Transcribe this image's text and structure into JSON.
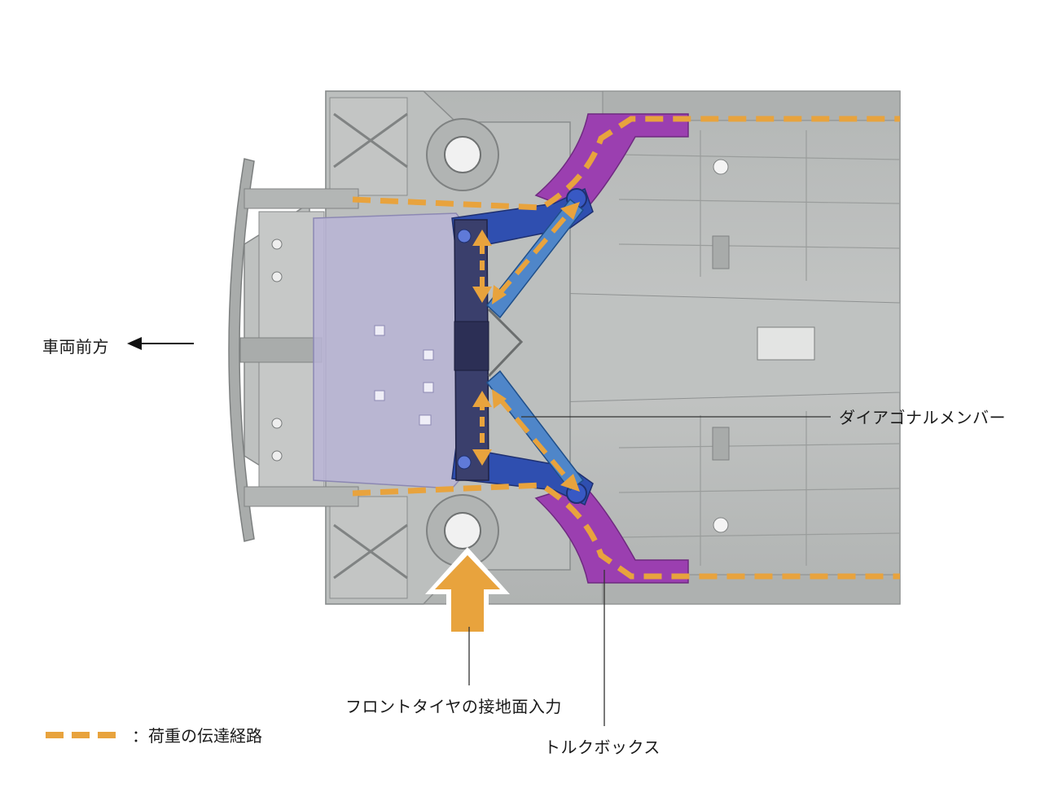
{
  "labels": {
    "vehicle_front": "車両前方",
    "diagonal_member": "ダイアゴナルメンバー",
    "front_tire_input": "フロントタイヤの接地面入力",
    "torque_box": "トルクボックス"
  },
  "legend": {
    "text": "：荷重の伝達経路"
  },
  "colors": {
    "load_path": "#E8A33D",
    "diagonal_member": "#2E5FB0",
    "torque_box": "#9B3FB0",
    "chassis": "#B9BCBC",
    "undercover": "#B8B4D6"
  }
}
